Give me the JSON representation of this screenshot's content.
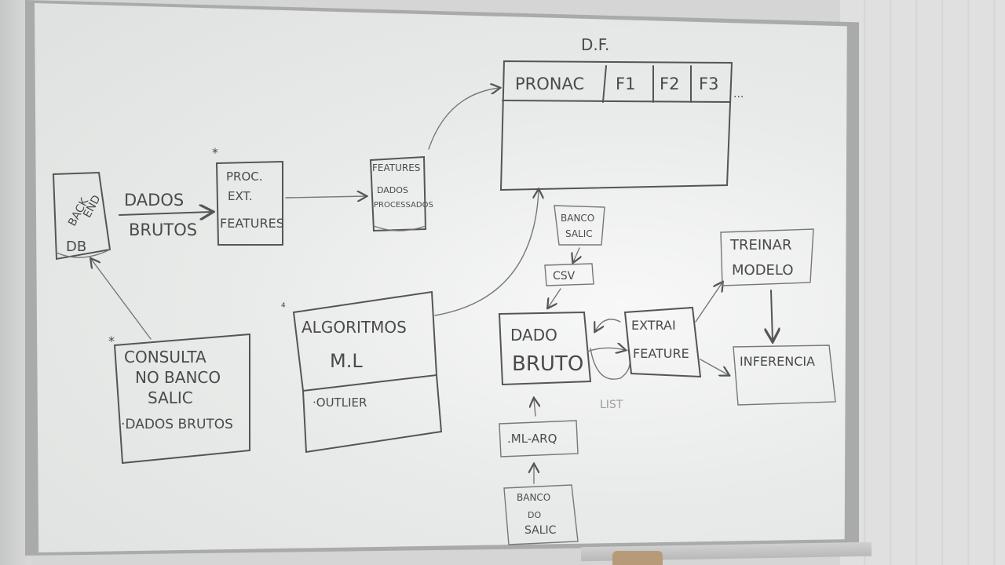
{
  "whiteboard": {
    "df_title": "D.F.",
    "table_cols": [
      "PRONAC",
      "F1",
      "F2",
      "F3"
    ],
    "table_ellipsis": "...",
    "backend_db": {
      "line1": "BACK",
      "line2": "END",
      "line3": "DB"
    },
    "arrow_dados": {
      "top": "DADOS",
      "bottom": "BRUTOS"
    },
    "proc_box": {
      "line1": "PROC.",
      "line2": "EXT.",
      "line3": "FEATURES"
    },
    "features_db": {
      "line1": "FEATURES",
      "line2": "DADOS",
      "line3": "PROCESSADOS"
    },
    "consulta": {
      "line1": "CONSULTA",
      "line2": "NO BANCO",
      "line3": "SALIC",
      "line4": "·DADOS BRUTOS"
    },
    "algoritmos": {
      "line1": "ALGORITMOS",
      "line2": "M.L",
      "line3": "·OUTLIER"
    },
    "banco_salic_top": {
      "line1": "BANCO",
      "line2": "SALIC"
    },
    "csv": "CSV",
    "dado_bruto": {
      "line1": "DADO",
      "line2": "BRUTO"
    },
    "extrai": {
      "line1": "EXTRAI",
      "line2": "FEATURE"
    },
    "treinar": {
      "line1": "TREINAR",
      "line2": "MODELO"
    },
    "inferencia": "INFERENCIA",
    "ml_arq": ".ML-ARQ",
    "banco_salic_bottom": {
      "line1": "BANCO",
      "line2": "DO",
      "line3": "SALIC"
    },
    "list_scribble": "LIST"
  },
  "colors": {
    "marker": "#4a4a4a",
    "board": "#eeefee",
    "frame": "#a9abaa"
  }
}
